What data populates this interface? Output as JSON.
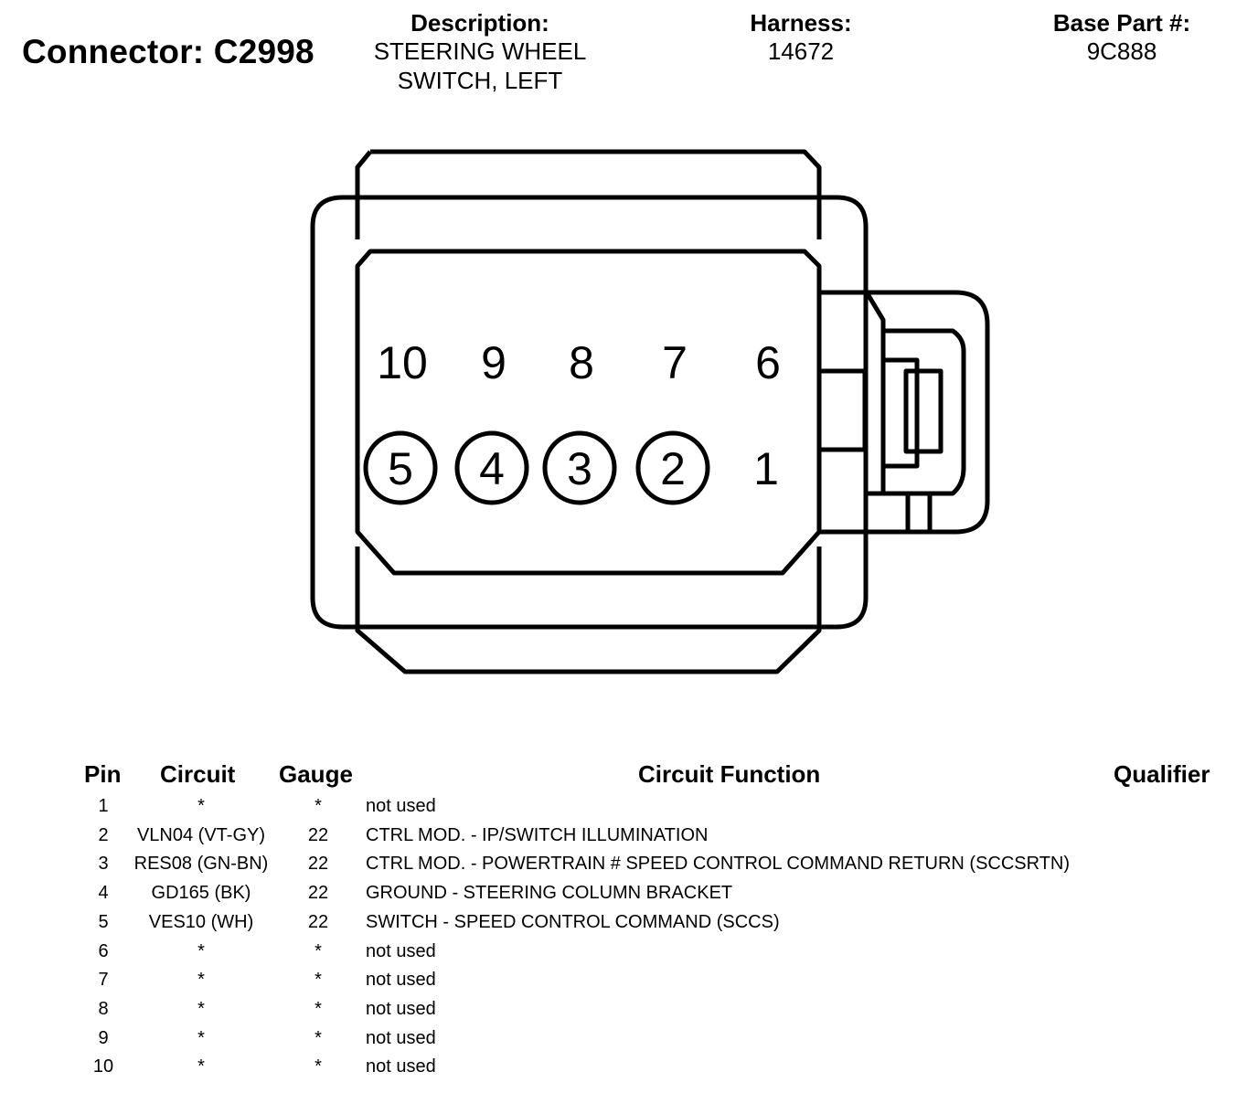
{
  "connector": {
    "title": "Connector: C2998"
  },
  "header": {
    "description_label": "Description:",
    "description_lines": [
      "STEERING WHEEL",
      "SWITCH, LEFT"
    ],
    "harness_label": "Harness:",
    "harness_value": "14672",
    "base_part_label": "Base Part #:",
    "base_part_value": "9C888"
  },
  "diagram": {
    "top_row_pins": [
      "10",
      "9",
      "8",
      "7",
      "6"
    ],
    "bottom_row_pins": [
      "5",
      "4",
      "3",
      "2",
      "1"
    ],
    "circled_pins": [
      "5",
      "4",
      "3",
      "2"
    ]
  },
  "table": {
    "headers": {
      "pin": "Pin",
      "circuit": "Circuit",
      "gauge": "Gauge",
      "function": "Circuit Function",
      "qualifier": "Qualifier"
    },
    "rows": [
      {
        "pin": "1",
        "circuit": "*",
        "gauge": "*",
        "function": "not used"
      },
      {
        "pin": "2",
        "circuit": "VLN04 (VT-GY)",
        "gauge": "22",
        "function": "CTRL MOD. - IP/SWITCH ILLUMINATION"
      },
      {
        "pin": "3",
        "circuit": "RES08 (GN-BN)",
        "gauge": "22",
        "function": "CTRL MOD. - POWERTRAIN # SPEED CONTROL COMMAND RETURN (SCCSRTN)"
      },
      {
        "pin": "4",
        "circuit": "GD165 (BK)",
        "gauge": "22",
        "function": "GROUND - STEERING COLUMN BRACKET"
      },
      {
        "pin": "5",
        "circuit": "VES10 (WH)",
        "gauge": "22",
        "function": "SWITCH - SPEED CONTROL COMMAND (SCCS)"
      },
      {
        "pin": "6",
        "circuit": "*",
        "gauge": "*",
        "function": "not used"
      },
      {
        "pin": "7",
        "circuit": "*",
        "gauge": "*",
        "function": "not used"
      },
      {
        "pin": "8",
        "circuit": "*",
        "gauge": "*",
        "function": "not used"
      },
      {
        "pin": "9",
        "circuit": "*",
        "gauge": "*",
        "function": "not used"
      },
      {
        "pin": "10",
        "circuit": "*",
        "gauge": "*",
        "function": "not used"
      }
    ]
  }
}
